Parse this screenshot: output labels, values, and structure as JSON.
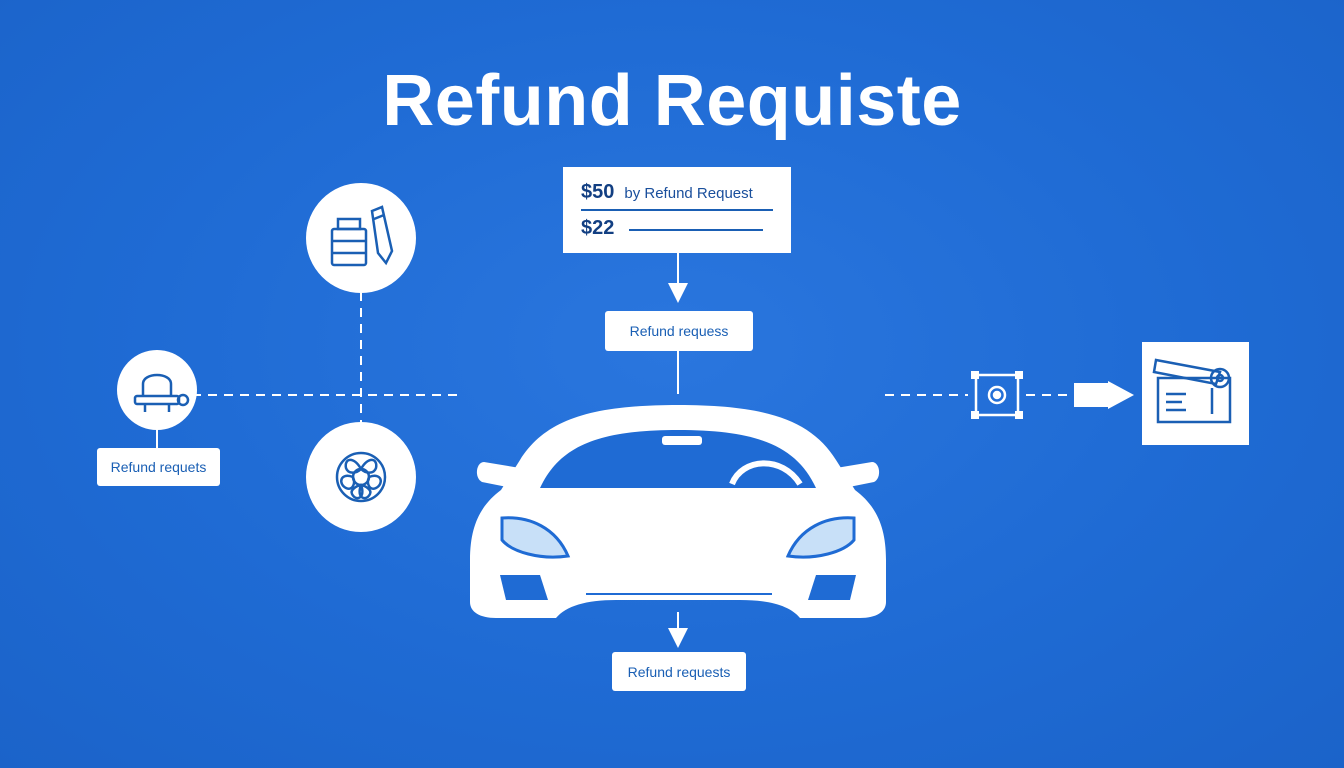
{
  "title": "Refund Requiste",
  "price_card": {
    "row1_amount": "$50",
    "row1_text": "by Refund Request",
    "row2_amount": "$22"
  },
  "labels": {
    "left": "Refund requets",
    "top_center": "Refund requess",
    "bottom_center": "Refund requests"
  },
  "colors": {
    "background": "#1f6bd4",
    "foreground": "#ffffff",
    "accent": "#1a5fb4"
  },
  "icons": {
    "top_circle": "box-and-pencil-icon",
    "bottom_circle": "flower-icon",
    "left_circle": "robot-head-icon",
    "right_small": "gear-chip-icon",
    "right_card": "document-screen-icon",
    "center": "car-icon"
  }
}
